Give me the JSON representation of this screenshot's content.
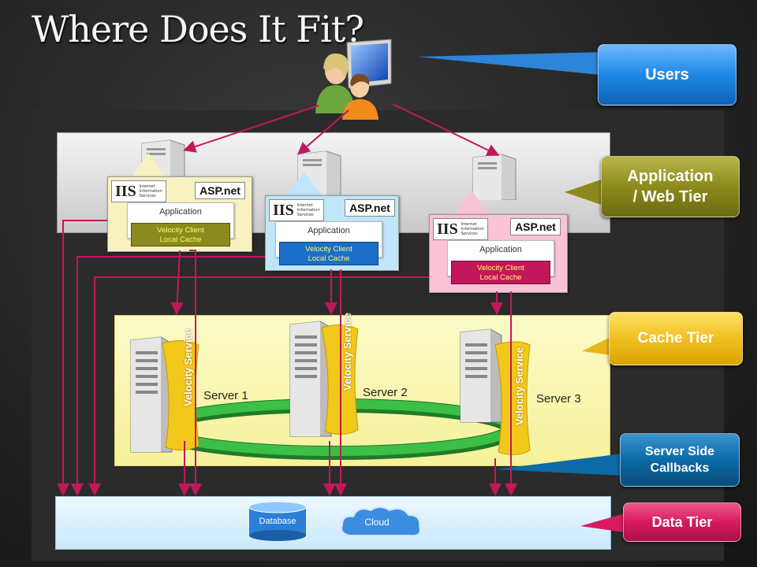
{
  "title": "Where Does It Fit?",
  "tiers": {
    "users": "Users",
    "app_web_line1": "Application",
    "app_web_line2": "/ Web Tier",
    "cache": "Cache Tier",
    "callbacks_line1": "Server Side",
    "callbacks_line2": "Callbacks",
    "data": "Data Tier"
  },
  "apps": [
    {
      "label": "Application",
      "client_line1": "Velocity Client",
      "client_line2": "Local Cache",
      "iis": "IIS",
      "iis_sub": "Internet Information Services",
      "asp": "ASP.net"
    },
    {
      "label": "Application",
      "client_line1": "Velocity Client",
      "client_line2": "Local Cache",
      "iis": "IIS",
      "iis_sub": "Internet Information Services",
      "asp": "ASP.net"
    },
    {
      "label": "Application",
      "client_line1": "Velocity Client",
      "client_line2": "Local Cache",
      "iis": "IIS",
      "iis_sub": "Internet Information Services",
      "asp": "ASP.net"
    }
  ],
  "servers": [
    {
      "label": "Server 1",
      "service": "Velocity Service"
    },
    {
      "label": "Server 2",
      "service": "Velocity Service"
    },
    {
      "label": "Server 3",
      "service": "Velocity Service"
    }
  ],
  "data_tier": {
    "database": "Database",
    "cloud": "Cloud"
  },
  "colors": {
    "arrow": "#c2185b",
    "app1_bg": "#f7f2c0",
    "app2_bg": "#bfe6fb",
    "app3_bg": "#f9c2d6",
    "client1": "#8a8a1e",
    "client2": "#1c6fc8",
    "client3": "#c2185b",
    "users_btn": "#1e88e5",
    "app_btn": "#8c8a1c",
    "cache_btn": "#f0c020",
    "callbacks_btn": "#0c6aa6",
    "data_btn": "#d81b60",
    "ring": "#2e9e3a",
    "service": "#f2c81a"
  }
}
